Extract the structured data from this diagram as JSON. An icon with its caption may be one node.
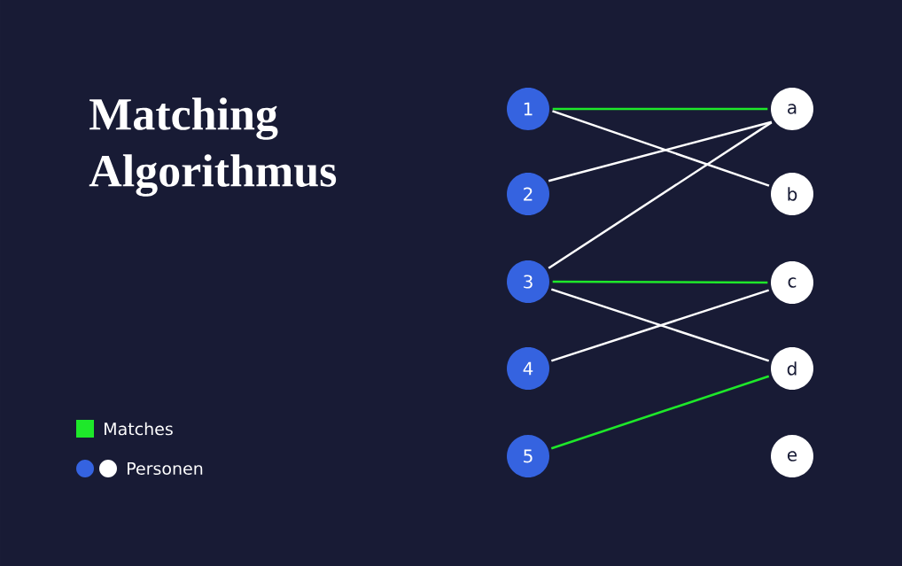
{
  "diagram": {
    "title": "Matching Algorithmus",
    "nodes": [
      {
        "text": [
          "1"
        ]
      },
      {
        "text": [
          "2"
        ]
      },
      {
        "text": [
          "3"
        ]
      },
      {
        "text": [
          "4"
        ]
      },
      {
        "text": [
          "5"
        ]
      },
      {
        "text": [
          "a"
        ]
      },
      {
        "text": [
          "b"
        ]
      },
      {
        "text": [
          "c"
        ]
      },
      {
        "text": [
          "d"
        ]
      },
      {
        "text": [
          "e"
        ]
      }
    ],
    "edges": [
      {
        "from": 0,
        "to": 5,
        "arrow": "none",
        "color": "#1ee82a"
      },
      {
        "from": 0,
        "to": 6,
        "arrow": "none"
      },
      {
        "from": 1,
        "to": 5,
        "arrow": "none"
      },
      {
        "from": 2,
        "to": 5,
        "arrow": "none"
      },
      {
        "from": 2,
        "to": 7,
        "arrow": "none",
        "color": "#1ee82a"
      },
      {
        "from": 2,
        "to": 8,
        "arrow": "none"
      },
      {
        "from": 3,
        "to": 7,
        "arrow": "none"
      },
      {
        "from": 4,
        "to": 8,
        "arrow": "none",
        "color": "#1ee82a"
      }
    ],
    "legend": [
      {
        "text": "Matches",
        "color": "#1ee82a"
      },
      {
        "text": "Personen"
      }
    ]
  }
}
